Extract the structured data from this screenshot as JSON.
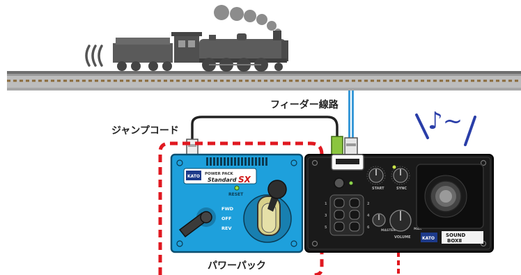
{
  "labels": {
    "jumper_cord": "ジャンプコード",
    "feeder_wire": "フィーダー線路",
    "power_pack": "パワーパック"
  },
  "power_pack": {
    "brand": "KATO",
    "model_small": "POWER PACK",
    "model_name": "Standard",
    "model_suffix": "SX",
    "reset": "RESET",
    "fwd": "FWD",
    "off": "OFF",
    "rev": "REV"
  },
  "sound_box": {
    "brand": "KATO",
    "logo_line1": "SOUND",
    "logo_line2": "BOXⅡ",
    "knob_start": "START",
    "knob_sync": "SYNC",
    "volume": "VOLUME",
    "master": "MASTER",
    "max": "MAX",
    "button_labels": [
      "1",
      "2",
      "3",
      "4",
      "5",
      "6"
    ]
  },
  "sound_symbol": "♪~",
  "colors": {
    "power_pack_body": "#1ea0dc",
    "sound_box_body": "#1a1a1a",
    "dash_outline": "#e01820",
    "feeder_wire": "#3a9ad8",
    "sound_note": "#2a3ea8",
    "track_bed": "#b9b9b9",
    "locomotive": "#555555"
  }
}
